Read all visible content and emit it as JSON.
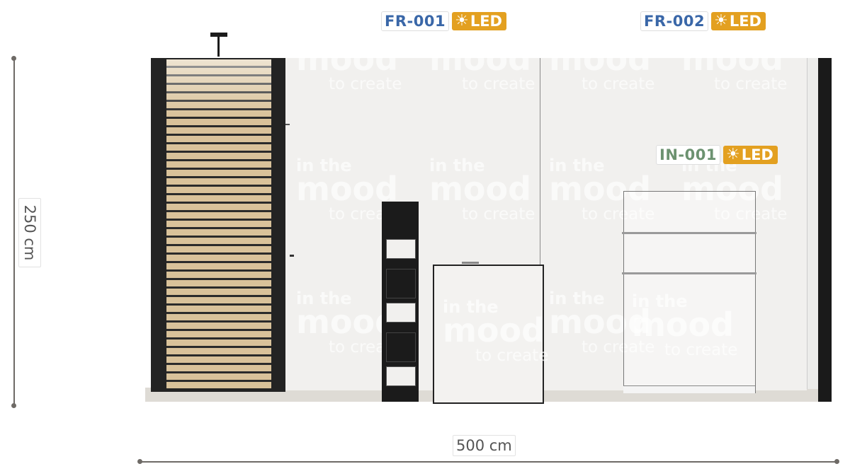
{
  "dimensions": {
    "height_label": "250 cm",
    "width_label": "500 cm"
  },
  "tags": [
    {
      "code": "FR-001",
      "led": "LED",
      "code_color": "#3a67a8"
    },
    {
      "code": "FR-002",
      "led": "LED",
      "code_color": "#3a67a8"
    },
    {
      "code": "IN-001",
      "led": "LED",
      "code_color": "#6c9270"
    }
  ],
  "watermark": {
    "line1": "in the",
    "line2": "mood",
    "line3": "to create"
  },
  "colors": {
    "led_badge": "#e3a020",
    "slats": "#d9c29a",
    "frame": "#232323"
  },
  "icons": {
    "led": "sun-icon"
  }
}
